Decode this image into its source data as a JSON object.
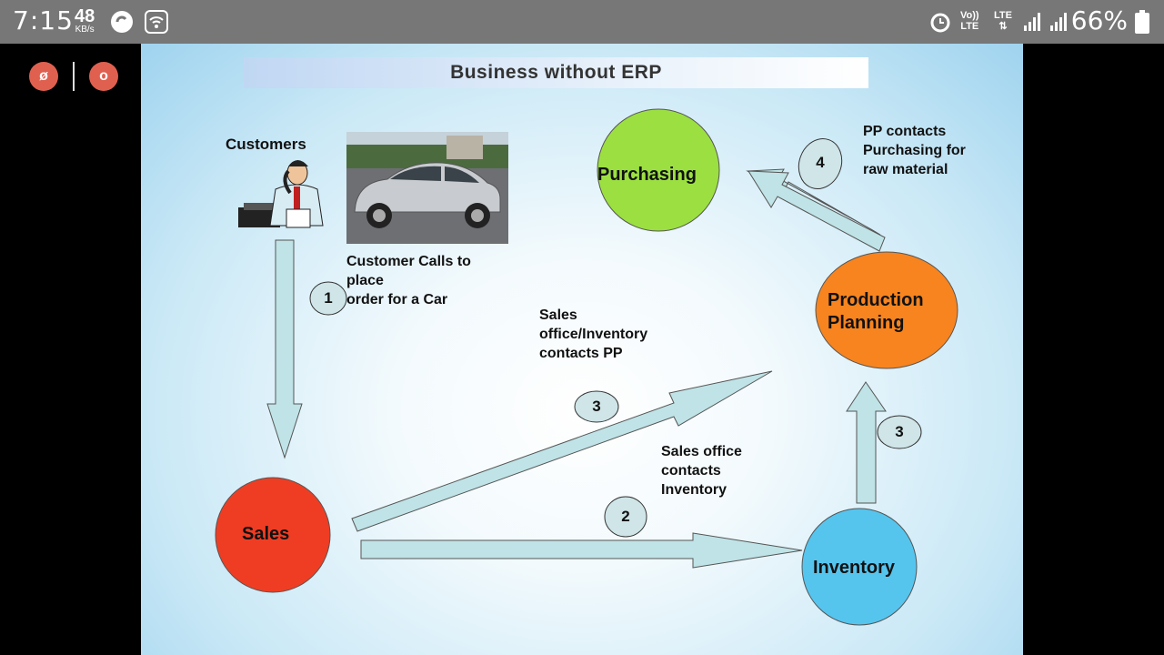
{
  "status_bar": {
    "time": "7:15",
    "speed_value": "48",
    "speed_unit": "KB/s",
    "network_left": "Vo))",
    "network_left2": "LTE",
    "network_right": "LTE",
    "battery": "66%",
    "battery_level": "7"
  },
  "slide": {
    "title": "Business without ERP",
    "customers_label": "Customers",
    "customer_calls_label": "Customer  Calls to\n   place\n   order for a Car",
    "sales_inventory_pp_label": "Sales\noffice/Inventory\ncontacts PP",
    "sales_office_inventory_label": "Sales office\ncontacts\nInventory",
    "pp_purchasing_label": "PP contacts\nPurchasing for\nraw material",
    "nodes": {
      "purchasing": "Purchasing",
      "production_planning": "Production\nPlanning",
      "sales": "Sales",
      "inventory": "Inventory"
    },
    "steps": {
      "one": "1",
      "two": "2",
      "three_a": "3",
      "three_b": "3",
      "four": "4"
    },
    "colors": {
      "purchasing": "#9be040",
      "production_planning": "#f7841f",
      "sales": "#ef3d23",
      "inventory": "#55c5ee",
      "arrow_fill": "#bfe3e6"
    }
  }
}
